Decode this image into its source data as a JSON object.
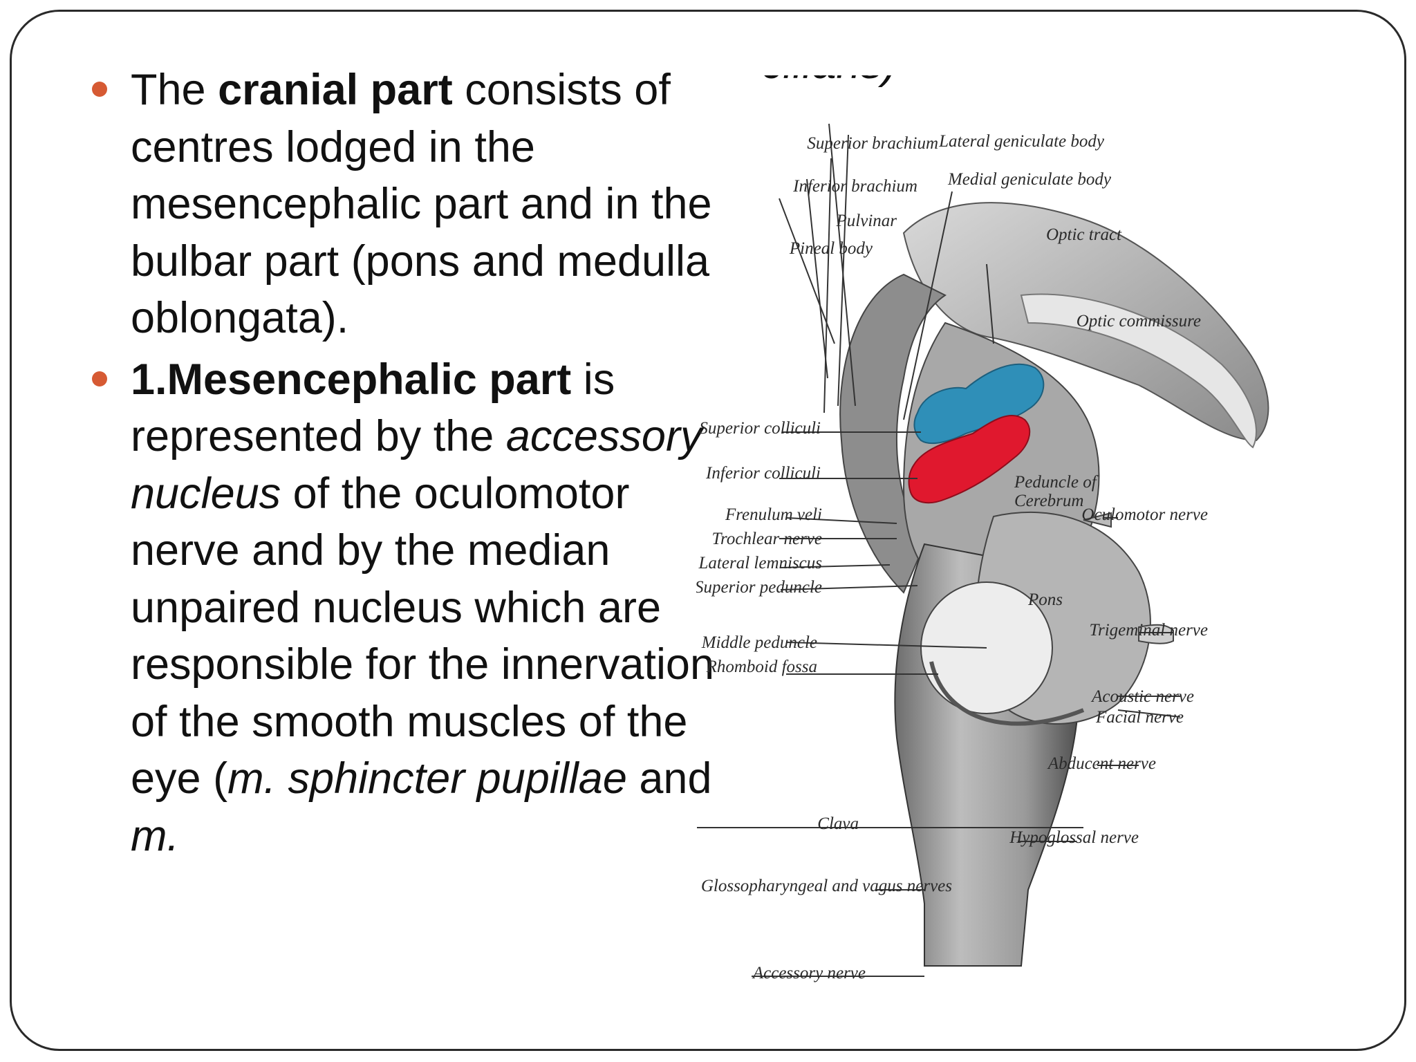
{
  "clipped_overflow_text": "ciliaris)",
  "bullets": [
    {
      "segments": [
        {
          "text": "The ",
          "style": "normal"
        },
        {
          "text": "cranial part",
          "style": "bold"
        },
        {
          "text": " consists of centres lodged in the mesencephalic part and in the bulbar part (pons and medulla oblongata).",
          "style": "normal"
        }
      ]
    },
    {
      "segments": [
        {
          "text": "1.Mesencephalic part",
          "style": "bold"
        },
        {
          "text": " is represented by the ",
          "style": "normal"
        },
        {
          "text": "accessory nucleus",
          "style": "italic"
        },
        {
          "text": " of the oculomotor nerve and by the median unpaired nucleus which are responsible for the innervation of the smooth muscles of the eye (",
          "style": "normal"
        },
        {
          "text": "m. sphincter pupillae",
          "style": "italic"
        },
        {
          "text": " and ",
          "style": "normal"
        },
        {
          "text": "m.",
          "style": "italic"
        }
      ]
    }
  ],
  "figure": {
    "labels": {
      "superior_brachium": "Superior brachium",
      "lateral_geniculate_body": "Lateral geniculate body",
      "inferior_brachium": "Inferior brachium",
      "medial_geniculate_body": "Medial geniculate body",
      "pulvinar": "Pulvinar",
      "pineal_body": "Pineal body",
      "optic_tract": "Optic tract",
      "optic_commissure": "Optic commissure",
      "superior_colliculi": "Superior colliculi",
      "inferior_colliculi": "Inferior colliculi",
      "peduncle_of_cerebrum_1": "Peduncle of",
      "peduncle_of_cerebrum_2": "Cerebrum",
      "frenulum_veli": "Frenulum veli",
      "oculomotor_nerve": "Oculomotor nerve",
      "trochlear_nerve": "Trochlear nerve",
      "lateral_lemniscus": "Lateral lemniscus",
      "superior_peduncle": "Superior peduncle",
      "pons": "Pons",
      "trigeminal_nerve": "Trigeminal nerve",
      "middle_peduncle": "Middle peduncle",
      "rhomboid_fossa": "Rhomboid fossa",
      "acoustic_nerve": "Acoustic nerve",
      "facial_nerve": "Facial nerve",
      "abducent_nerve": "Abducent nerve",
      "clava": "Clava",
      "hypoglossal_nerve": "Hypoglossal nerve",
      "glossopharyngeal_vagus": "Glossopharyngeal and vagus nerves",
      "accessory_nerve": "Accessory nerve"
    },
    "colors": {
      "superior_colliculi": "#2f8fb8",
      "inferior_colliculi": "#e0182e",
      "bullet": "#d65a33"
    }
  }
}
